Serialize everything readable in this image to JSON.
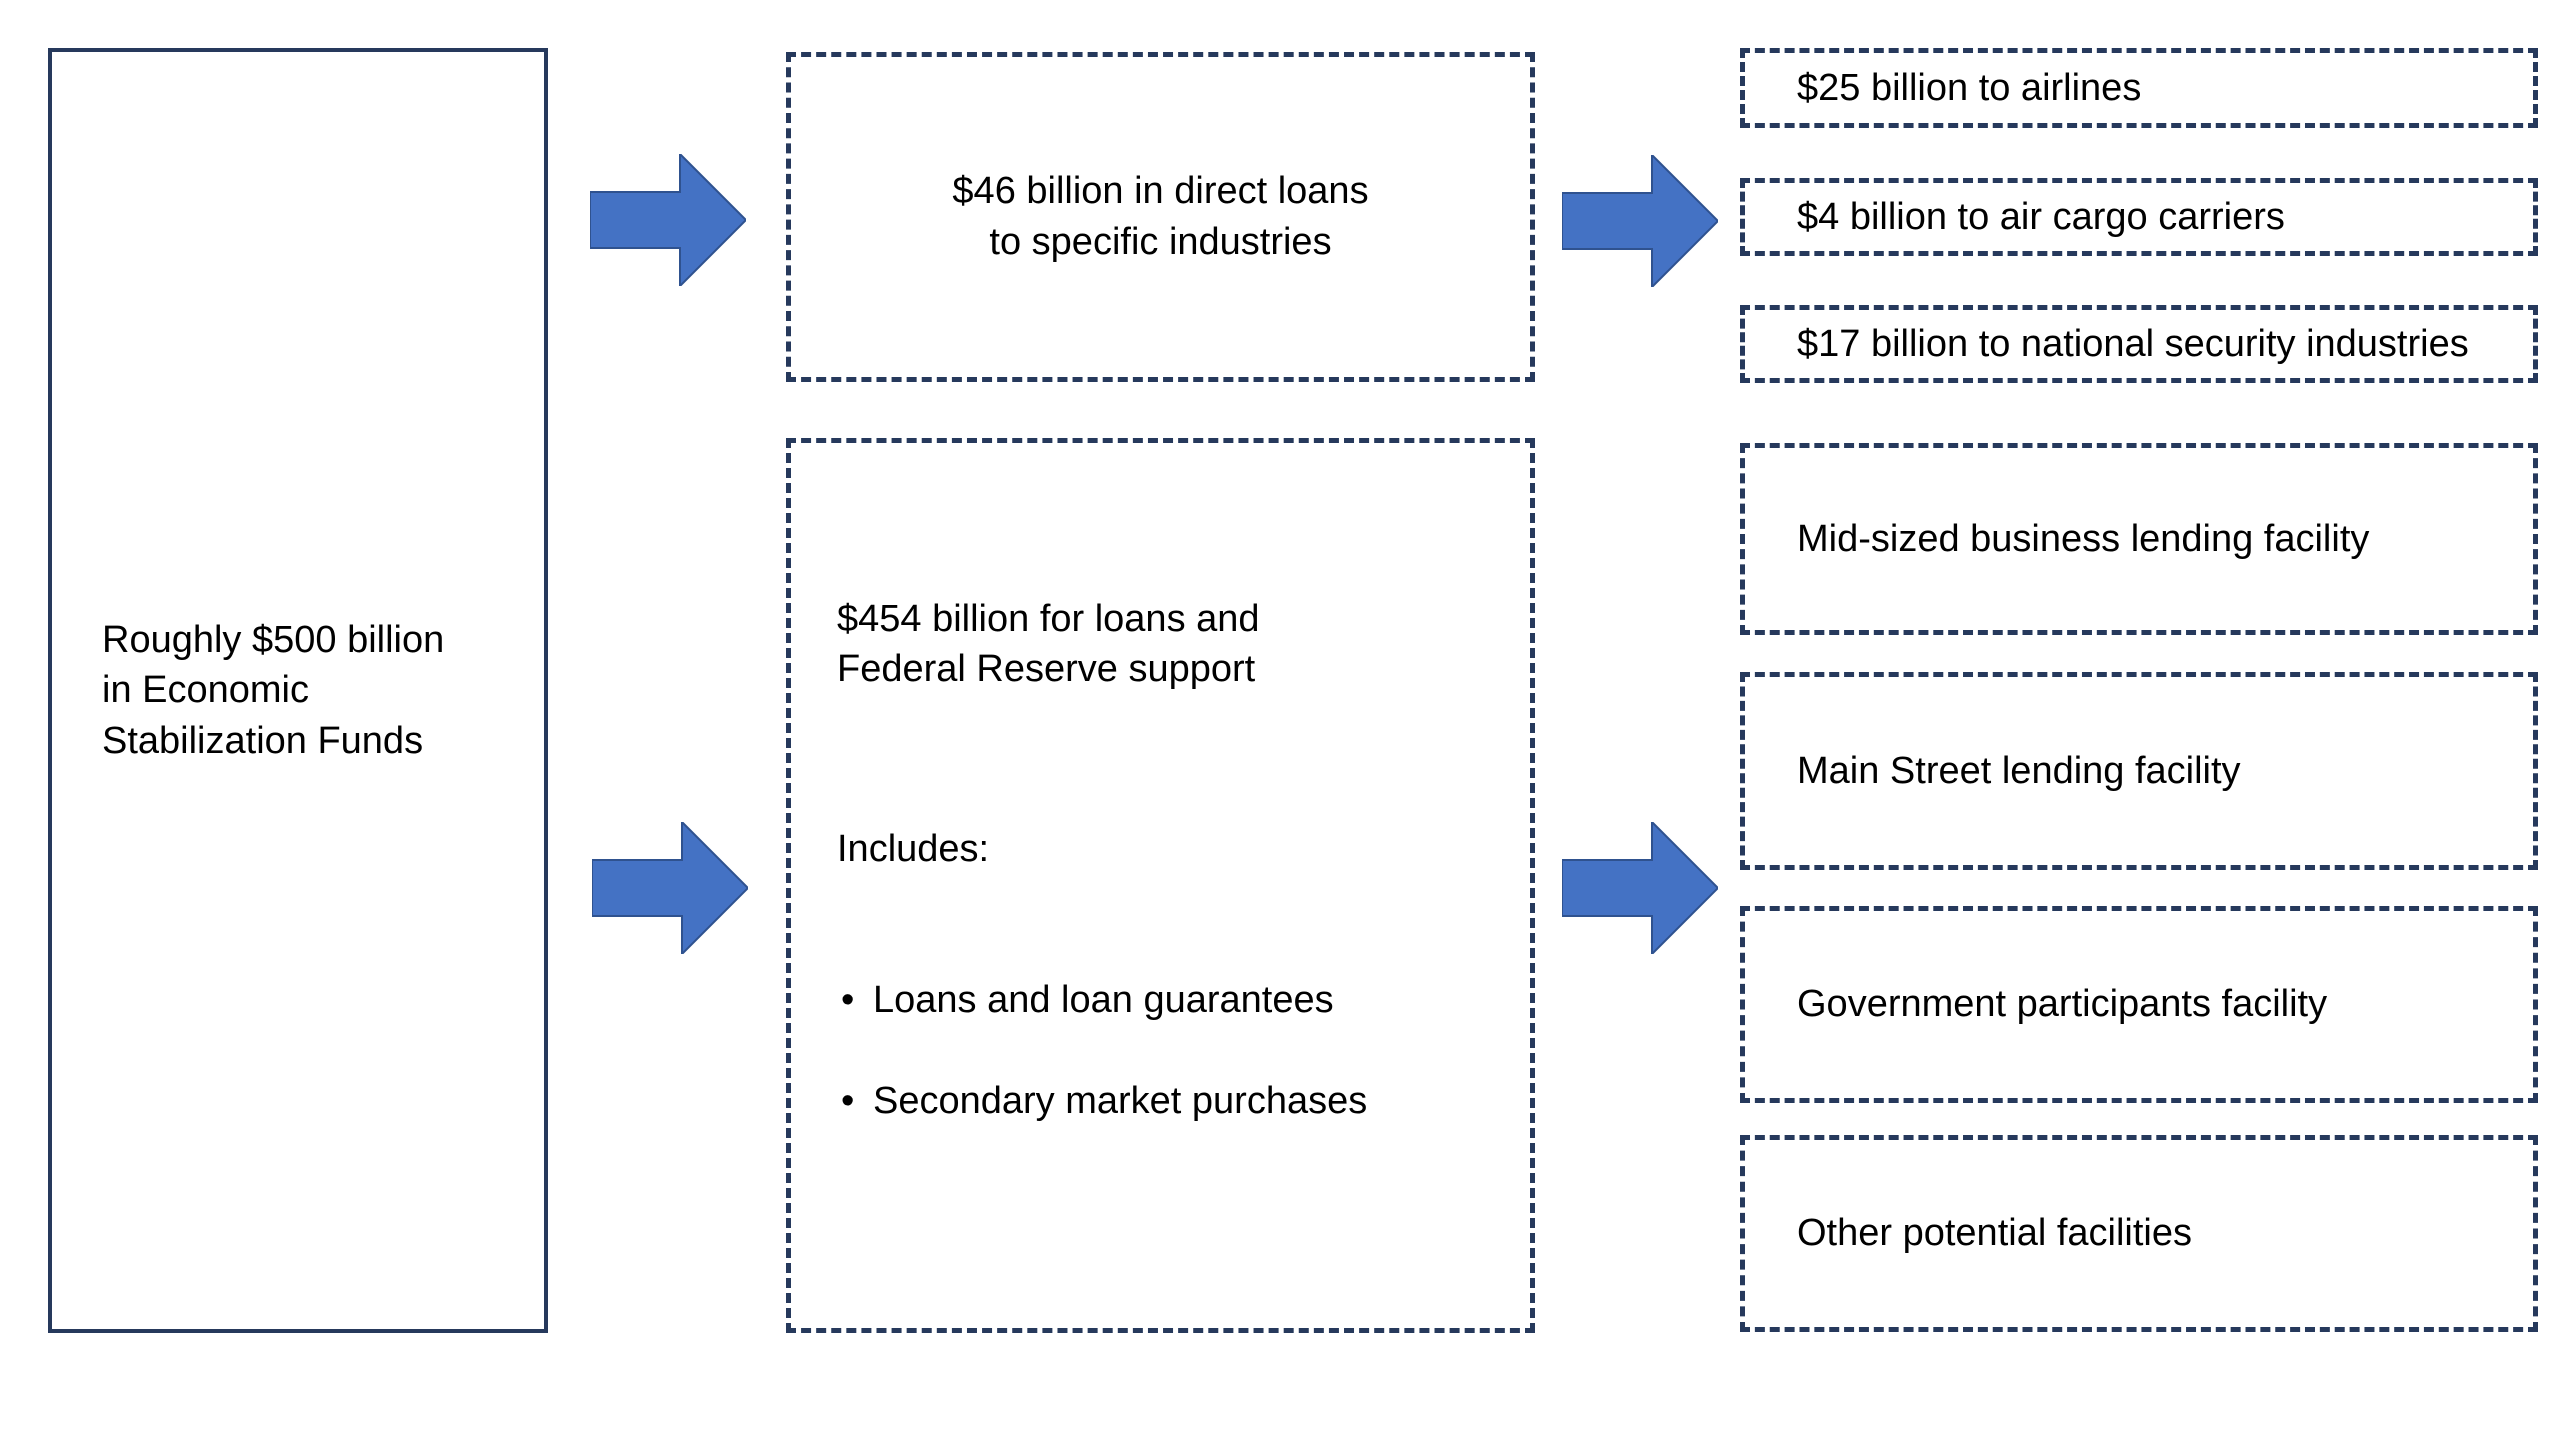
{
  "diagram": {
    "title_node": {
      "id": "economic-stabilization-funds",
      "text": "Roughly $500 billion\nin Economic\nStabilization Funds"
    },
    "middle_nodes": [
      {
        "id": "direct-loans",
        "text": "$46 billion in direct loans\nto specific industries"
      },
      {
        "id": "fed-support",
        "heading": "$454 billion for loans and\nFederal Reserve support",
        "includes_label": "Includes:",
        "bullets": [
          "Loans and loan guarantees",
          "Secondary market purchases"
        ]
      }
    ],
    "right_nodes": [
      {
        "id": "airlines",
        "text": "$25 billion to airlines"
      },
      {
        "id": "air-cargo",
        "text": "$4 billion to air cargo carriers"
      },
      {
        "id": "national-security",
        "text": "$17 billion to national security industries"
      },
      {
        "id": "mid-sized-business",
        "text": "Mid-sized business lending facility"
      },
      {
        "id": "main-street",
        "text": "Main Street lending facility"
      },
      {
        "id": "government-participants",
        "text": "Government participants facility"
      },
      {
        "id": "other-potential",
        "text": "Other potential facilities"
      }
    ],
    "arrows": [
      {
        "id": "arrow-master-to-direct-loans"
      },
      {
        "id": "arrow-direct-loans-to-industries"
      },
      {
        "id": "arrow-master-to-fed-support"
      },
      {
        "id": "arrow-fed-support-to-facilities"
      }
    ],
    "colors": {
      "arrow_fill": "#4472C4",
      "arrow_stroke": "#2F528F",
      "box_border": "#26395C",
      "text": "#000000",
      "background": "#FFFFFF"
    }
  }
}
